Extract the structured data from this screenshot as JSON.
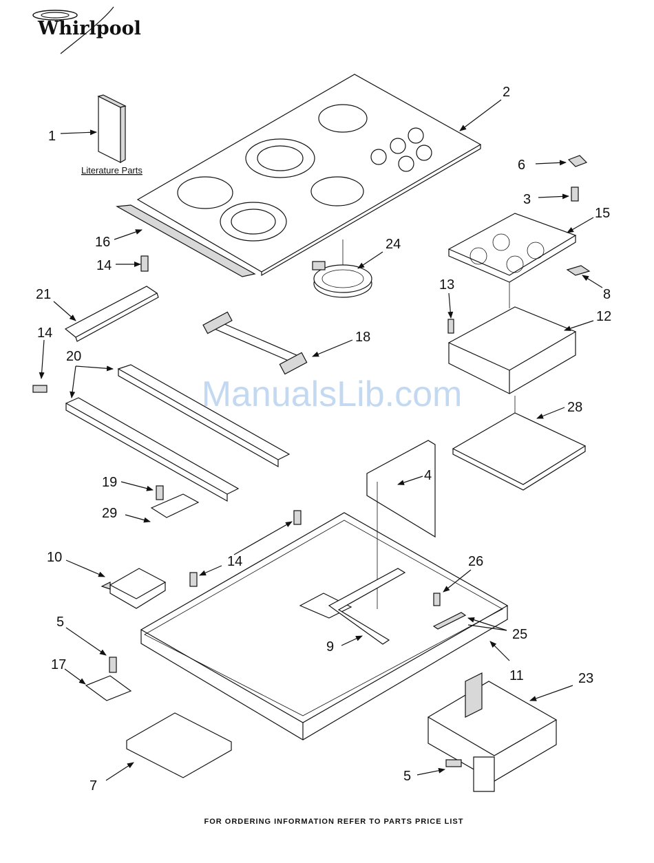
{
  "brand": "Whirlpool",
  "watermark": "ManualsLib.com",
  "literature_label": "Literature Parts",
  "footer": "FOR ORDERING INFORMATION REFER TO PARTS PRICE LIST",
  "callouts": [
    "1",
    "2",
    "6",
    "3",
    "15",
    "16",
    "24",
    "14",
    "8",
    "13",
    "21",
    "12",
    "14",
    "18",
    "20",
    "28",
    "4",
    "19",
    "29",
    "10",
    "14",
    "26",
    "5",
    "25",
    "9",
    "17",
    "11",
    "23",
    "7",
    "5"
  ]
}
